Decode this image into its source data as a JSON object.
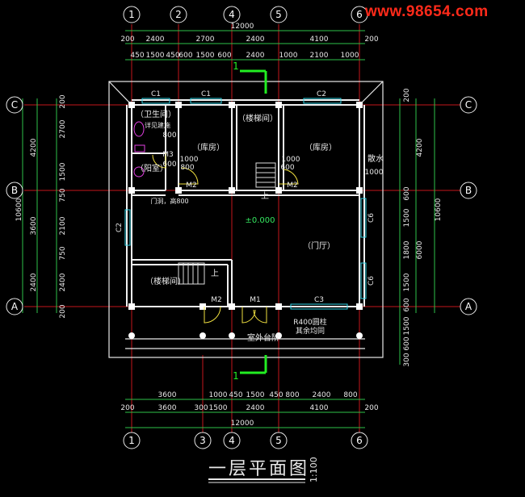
{
  "watermark": "www.98654.com",
  "title": "一层平面图",
  "scale": "1:100",
  "axes_top": [
    "1",
    "2",
    "4",
    "5",
    "6"
  ],
  "axes_bottom": [
    "1",
    "3",
    "4",
    "5",
    "6"
  ],
  "axes_side": [
    "C",
    "B",
    "A"
  ],
  "dims": {
    "top_total": "12000",
    "top_row1": [
      "200",
      "2400",
      "2700",
      "2400",
      "4100",
      "200"
    ],
    "top_row2": [
      "450",
      "1500",
      "450",
      "600",
      "1500",
      "600",
      "2400",
      "1000",
      "2100",
      "1000"
    ],
    "bottom_row1": [
      "3600",
      "1000",
      "450",
      "1500",
      "450",
      "800",
      "2400",
      "800"
    ],
    "bottom_row2": [
      "200",
      "3600",
      "300",
      "1500",
      "2400",
      "4100",
      "200"
    ],
    "bottom_total": "12000",
    "left_outer": "10600",
    "left_mid": [
      "4200",
      "3600",
      "2400"
    ],
    "left_inner": [
      "200",
      "2700",
      "1500",
      "750",
      "2100",
      "750",
      "2400",
      "200"
    ],
    "right_outer": "10600",
    "right_mid": [
      "4200",
      "6000"
    ],
    "right_inner": [
      "200",
      "600",
      "1500",
      "1800",
      "1500",
      "600",
      "1500",
      "600",
      "300"
    ]
  },
  "rooms": {
    "bath": "（卫生间）",
    "stair_upper": "（楼梯间）",
    "store_left": "（库房）",
    "store_right": "（库房）",
    "study": "（阳室）",
    "stair_lower": "（楼梯间）",
    "hall": "（门厅）"
  },
  "labels": {
    "elevation": "±0.000",
    "outdoor": "室外台阶",
    "column_note_1": "R400圆柱",
    "column_note_2": "其余均同",
    "up": "上",
    "up2": "上",
    "drain": "散水",
    "bath_note": "详见建施",
    "misc_note": "门洞，高800",
    "section_mark": "1"
  },
  "openings": {
    "c1a": "C1",
    "c1b": "C1",
    "c2top": "C2",
    "c2side": "C2",
    "c3": "C3",
    "c6a": "C6",
    "c6b": "C6",
    "m1": "M1",
    "m2a": "M2",
    "m2b": "M2",
    "m2c": "M2",
    "m3": "M3",
    "w800": "800",
    "w600": "600",
    "w1000": "1000",
    "w800b": "800",
    "w1000b": "1000",
    "w600b": "600",
    "w1000c": "1000"
  }
}
